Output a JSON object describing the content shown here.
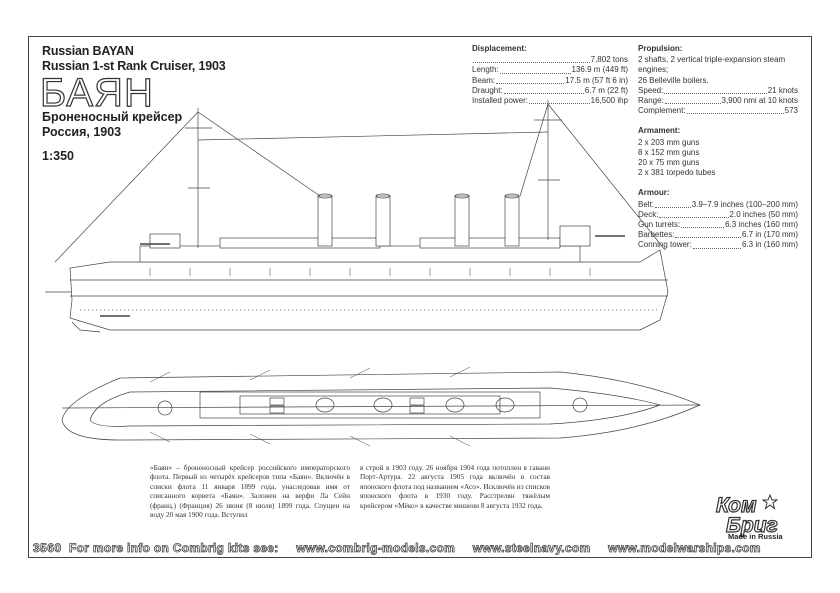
{
  "title": {
    "line1": "Russian BAYAN",
    "line2": "Russian 1-st Rank Cruiser, 1903",
    "big": "БАЯН",
    "ru1": "Броненосный крейсер",
    "ru2": "Россия, 1903",
    "scale": "1:350"
  },
  "specs_left": {
    "heading": "Displacement:",
    "rows": [
      {
        "label": "",
        "value": "7,802 tons"
      },
      {
        "label": "Length:",
        "value": "136.9 m (449 ft)"
      },
      {
        "label": "Beam:",
        "value": "17.5 m (57 ft 6 in)"
      },
      {
        "label": "Draught:",
        "value": "6.7 m (22 ft)"
      },
      {
        "label": "Installed power:",
        "value": "16,500 ihp"
      }
    ]
  },
  "specs_right": {
    "propulsion_heading": "Propulsion:",
    "propulsion_lines": [
      "2 shafts, 2 vertical triple-expansion steam engines;",
      "26 Belleville boilers."
    ],
    "propulsion_rows": [
      {
        "label": "Speed:",
        "value": "21 knots"
      },
      {
        "label": "Range:",
        "value": "3,900 nmi at 10 knots"
      },
      {
        "label": "Complement:",
        "value": "573"
      }
    ],
    "armament_heading": "Armament:",
    "armament_lines": [
      "2 x 203 mm guns",
      "8 x 152 mm guns",
      "20 x 75 mm guns",
      "2 x 381 torpedo tubes"
    ],
    "armour_heading": "Armour:",
    "armour_rows": [
      {
        "label": "Belt:",
        "value": "3.9–7.9 inches (100–200 mm)"
      },
      {
        "label": "Deck:",
        "value": "2.0 inches (50 mm)"
      },
      {
        "label": "Gun turrets:",
        "value": "6.3 inches (160 mm)"
      },
      {
        "label": "Barbettes:",
        "value": "6.7 in (170 mm)"
      },
      {
        "label": "Conning tower:",
        "value": "6.3 in (160 mm)"
      }
    ]
  },
  "history": {
    "col1": "«Баян» – броненосный крейсер российского императорского флота. Первый из четырёх крейсеров типа «Баян». Включён в списки флота 11 января 1899 года, унаследовав имя от списанного корвета «Баян». Заложен на верфи Ла Сейн (франц.) (Франция) 26 июня (8 июля) 1899 года. Спущен на воду 20 мая 1900 года. Вступил",
    "col2": "в строй в 1903 году. 26 ноября 1904 года потоплен в гавани Порт-Артура. 22 августа 1905 года включён в состав японского флота под названием «Асо». Исключён из списков японского флота в 1930 году. Расстрелян тяжёлым крейсером «Мёко» в качестве мишени 8 августа 1932 года."
  },
  "footer": {
    "number": "3560",
    "info": "For more info on Combrig kits see:",
    "links": [
      "www.combrig-models.com",
      "www.steelnavy.com",
      "www.modelwarships.com"
    ]
  },
  "logo": {
    "line1": "Ком",
    "line2": "Бриг",
    "made": "Made in Russia"
  }
}
